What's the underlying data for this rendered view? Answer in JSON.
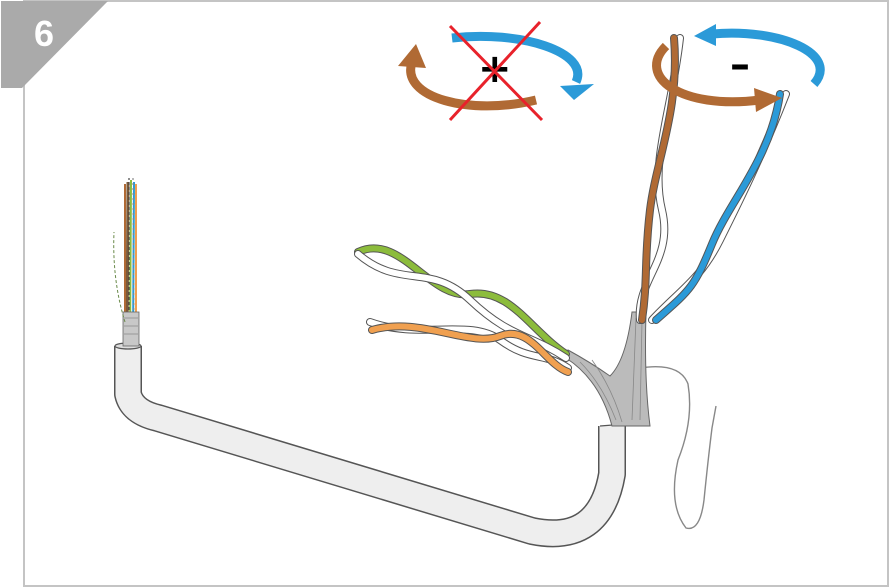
{
  "step": {
    "number": "6"
  },
  "rotation_indicators": {
    "wrong": {
      "sign": "+",
      "status": "crossed-out",
      "rotation": "clockwise"
    },
    "correct": {
      "sign": "–",
      "rotation": "counterclockwise"
    }
  },
  "colors": {
    "frame_border": "#c4c4c4",
    "badge": "#aaaaaa",
    "brown": "#b06a34",
    "blue": "#2b9ad8",
    "green": "#8cbc3c",
    "orange": "#f0a050",
    "cross_red": "#e8222b",
    "jacket": "#eeeeee",
    "jacket_outline": "#555555",
    "foil": "#b8b8b8"
  },
  "icons": [
    "wrong-rotation-arrow-icon",
    "cross-icon",
    "correct-rotation-arrow-icon"
  ]
}
